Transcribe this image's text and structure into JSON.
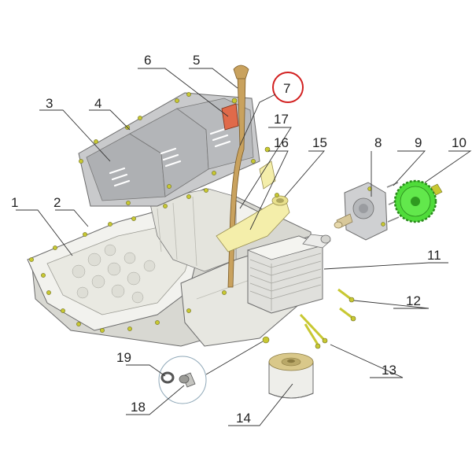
{
  "colors": {
    "pan_body": "#f2f2ee",
    "pan_shadow": "#d8d8d2",
    "baffle": "#c9cacc",
    "dipstick": "#c9a25e",
    "oil_pickup": "#f4eeaa",
    "gear": "#4fdc3a",
    "bolt": "#c8c832",
    "bracket": "#e06a4a",
    "highlight_circle": "#d22020"
  },
  "icons": [
    "oil-pan-body",
    "baffle-plate",
    "dipstick-tube",
    "oil-pump",
    "gear",
    "oil-cooler",
    "oil-filter",
    "drain-plug"
  ],
  "callouts": [
    {
      "label": "1"
    },
    {
      "label": "2"
    },
    {
      "label": "3"
    },
    {
      "label": "4"
    },
    {
      "label": "5"
    },
    {
      "label": "6"
    },
    {
      "label": "7",
      "highlighted": true
    },
    {
      "label": "8"
    },
    {
      "label": "9"
    },
    {
      "label": "10"
    },
    {
      "label": "11"
    },
    {
      "label": "12"
    },
    {
      "label": "13"
    },
    {
      "label": "14"
    },
    {
      "label": "15"
    },
    {
      "label": "16"
    },
    {
      "label": "17"
    },
    {
      "label": "18"
    },
    {
      "label": "19"
    }
  ]
}
